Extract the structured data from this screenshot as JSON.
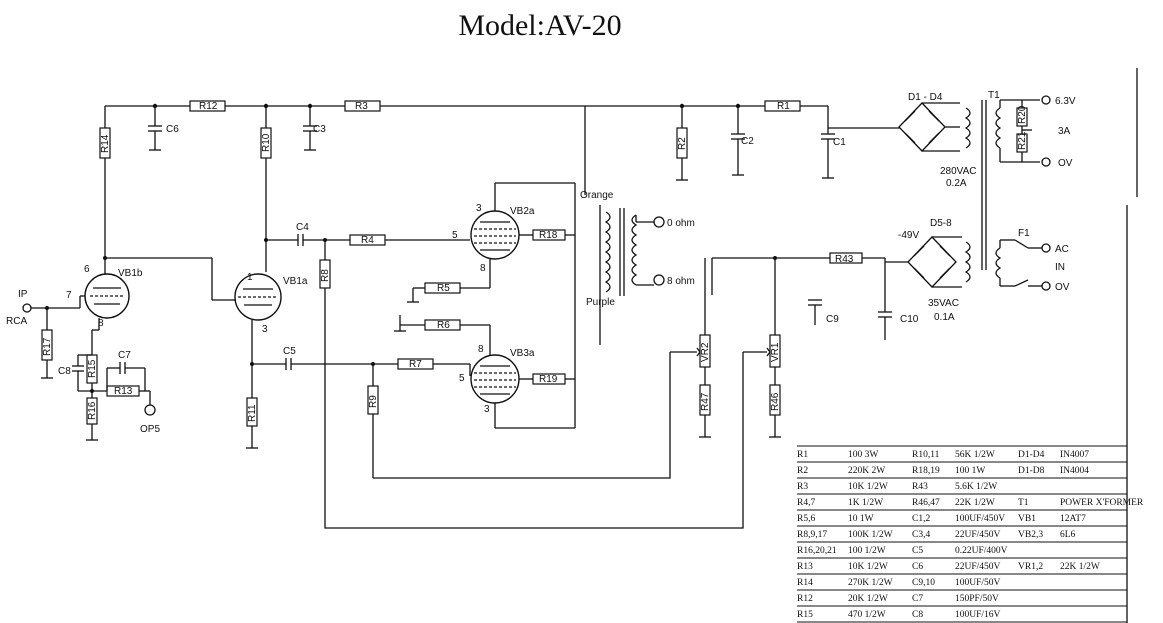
{
  "title": "Model:AV-20",
  "resistors": {
    "R12": "R12",
    "R3": "R3",
    "R1": "R1",
    "R14": "R14",
    "R10": "R10",
    "R2": "R2",
    "R4": "R4",
    "R8": "R8",
    "R18": "R18",
    "R5": "R5",
    "R6": "R6",
    "R7": "R7",
    "R9": "R9",
    "R19": "R19",
    "R11": "R11",
    "R17": "R17",
    "R15": "R15",
    "R13": "R13",
    "R16": "R16",
    "R47": "R47",
    "R46": "R46",
    "R43": "R43",
    "R20": "R20",
    "R21": "R21"
  },
  "capacitors": {
    "C6": "C6",
    "C3": "C3",
    "C2": "C2",
    "C1": "C1",
    "C4": "C4",
    "C5": "C5",
    "C7": "C7",
    "C8": "C8",
    "C9": "C9",
    "C10": "C10"
  },
  "tubes": {
    "VB1b": "VB1b",
    "VB1a": "VB1a",
    "VB2a": "VB2a",
    "VB3a": "VB3a"
  },
  "pins": {
    "p6": "6",
    "p7": "7",
    "p8": "8",
    "p1": "1",
    "p3": "3",
    "p5": "5"
  },
  "pots": {
    "VR2": "VR2",
    "VR1": "VR1"
  },
  "labels": {
    "ip": "IP",
    "rca": "RCA",
    "op5": "OP5",
    "orange": "Orange",
    "purple": "Purple",
    "ohm0": "0 ohm",
    "ohm8": "8 ohm",
    "d1d4": "D1 - D4",
    "t1": "T1",
    "v63": "6.3V",
    "a3": "3A",
    "ov1": "OV",
    "vac280": "280VAC",
    "a02": "0.2A",
    "d58": "D5-8",
    "neg49": "-49V",
    "f1": "F1",
    "ac": "AC",
    "in": "IN",
    "ov2": "OV",
    "vac35": "35VAC",
    "a01": "0.1A"
  },
  "parts_table": [
    [
      "R1",
      "100 3W",
      "R10,11",
      "56K 1/2W",
      "D1-D4",
      "IN4007"
    ],
    [
      "R2",
      "220K 2W",
      "R18,19",
      "100 1W",
      "D1-D8",
      "IN4004"
    ],
    [
      "R3",
      "10K 1/2W",
      "R43",
      "5.6K 1/2W",
      "",
      ""
    ],
    [
      "R4,7",
      "1K 1/2W",
      "R46,47",
      "22K 1/2W",
      "T1",
      "POWER X'FORMER"
    ],
    [
      "R5,6",
      "10 1W",
      "C1,2",
      "100UF/450V",
      "VB1",
      "12AT7"
    ],
    [
      "R8,9,17",
      "100K 1/2W",
      "C3,4",
      "22UF/450V",
      "VB2,3",
      "6L6"
    ],
    [
      "R16,20,21",
      "100 1/2W",
      "C5",
      "0.22UF/400V",
      "",
      ""
    ],
    [
      "R13",
      "10K 1/2W",
      "C6",
      "22UF/450V",
      "VR1,2",
      "22K 1/2W"
    ],
    [
      "R14",
      "270K 1/2W",
      "C9,10",
      "100UF/50V",
      "",
      ""
    ],
    [
      "R12",
      "20K 1/2W",
      "C7",
      "150PF/50V",
      "",
      ""
    ],
    [
      "R15",
      "470 1/2W",
      "C8",
      "100UF/16V",
      "",
      ""
    ]
  ]
}
